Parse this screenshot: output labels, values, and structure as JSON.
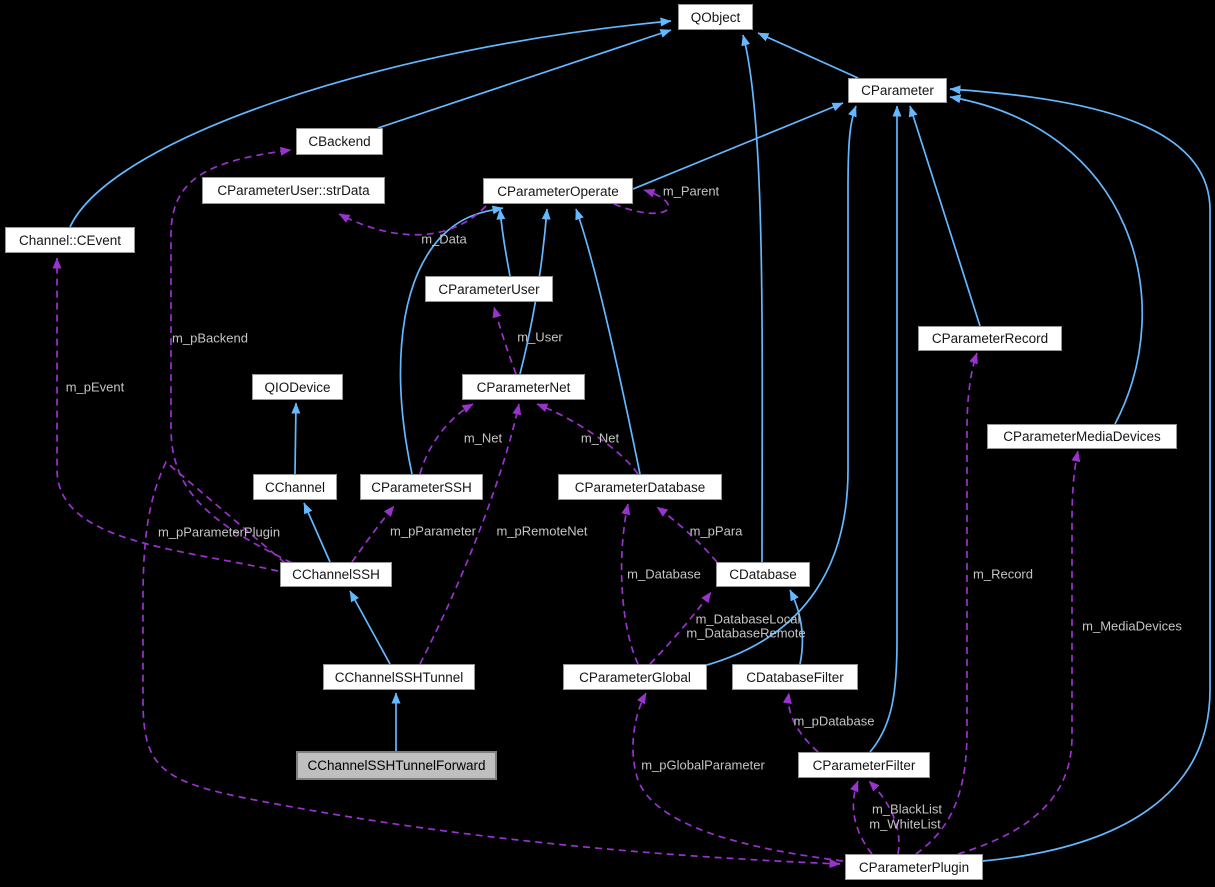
{
  "diagram_type": "class-collaboration-graph",
  "current_class": "CChannelSSHTunnelForward",
  "colors": {
    "background": "#000000",
    "inheritance_edge": "#63b8ff",
    "usage_edge": "#9a32cd",
    "node_background": "#ffffff",
    "node_border": "#969696",
    "current_node_background": "#bfbfbf",
    "edge_label_text": "#c4c4c4",
    "node_text": "#151515"
  },
  "nodes": {
    "qobject": {
      "label": "QObject"
    },
    "cparameter": {
      "label": "CParameter"
    },
    "cbackend": {
      "label": "CBackend"
    },
    "strdata": {
      "label": "CParameterUser::strData"
    },
    "coperate": {
      "label": "CParameterOperate"
    },
    "cevent": {
      "label": "Channel::CEvent"
    },
    "cuser": {
      "label": "CParameterUser"
    },
    "crecord": {
      "label": "CParameterRecord"
    },
    "qiodevice": {
      "label": "QIODevice"
    },
    "cnet": {
      "label": "CParameterNet"
    },
    "cmediadevices": {
      "label": "CParameterMediaDevices"
    },
    "cchannel": {
      "label": "CChannel"
    },
    "cparamssh": {
      "label": "CParameterSSH"
    },
    "cparamdb": {
      "label": "CParameterDatabase"
    },
    "cchannelssh": {
      "label": "CChannelSSH"
    },
    "cdatabase": {
      "label": "CDatabase"
    },
    "ctunnel": {
      "label": "CChannelSSHTunnel"
    },
    "cglobal": {
      "label": "CParameterGlobal"
    },
    "cdbfilter": {
      "label": "CDatabaseFilter"
    },
    "cforward": {
      "label": "CChannelSSHTunnelForward"
    },
    "cfilter": {
      "label": "CParameterFilter"
    },
    "cplugin": {
      "label": "CParameterPlugin"
    }
  },
  "labels": {
    "m_parent": "m_Parent",
    "m_data": "m_Data",
    "m_pbackend": "m_pBackend",
    "m_pevent": "m_pEvent",
    "m_user": "m_User",
    "m_net_left": "m_Net",
    "m_net_right": "m_Net",
    "m_pparameterplugin": "m_pParameterPlugin",
    "m_pparameter": "m_pParameter",
    "m_premotenet": "m_pRemoteNet",
    "m_ppara": "m_pPara",
    "m_database": "m_Database",
    "m_databaselocal": "m_DatabaseLocal",
    "m_databaseremote": "m_DatabaseRemote",
    "m_record": "m_Record",
    "m_mediadevices": "m_MediaDevices",
    "m_pdatabase": "m_pDatabase",
    "m_pglobalparameter": "m_pGlobalParameter",
    "m_blacklist": "m_BlackList",
    "m_whitelist": "m_WhiteList"
  }
}
